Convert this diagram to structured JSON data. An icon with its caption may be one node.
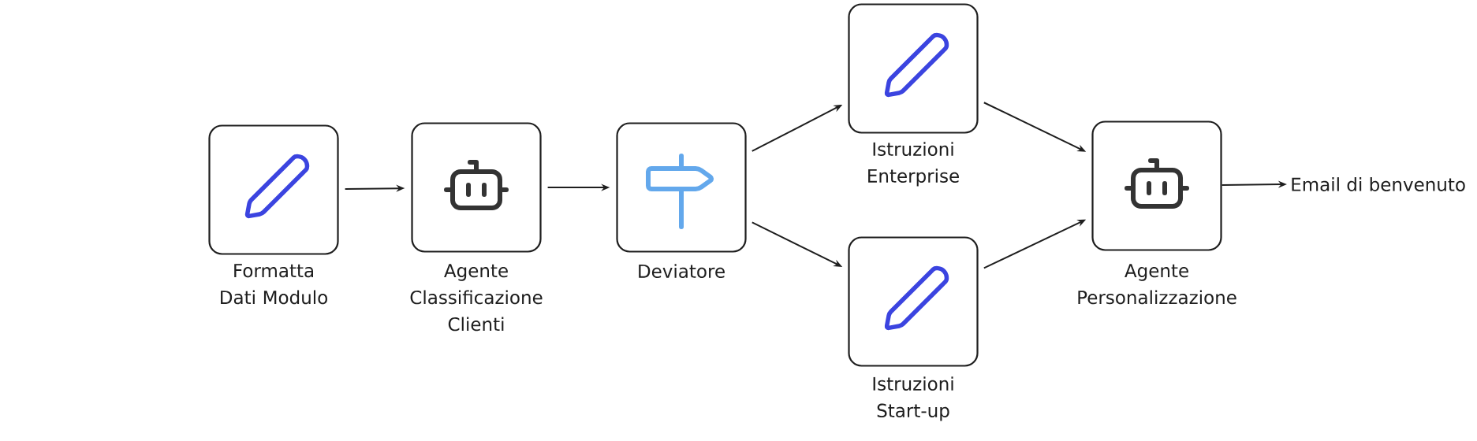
{
  "diagram": {
    "nodes": [
      {
        "text": [
          "Formatta Dati Modulo"
        ]
      },
      {
        "text": [
          "Agente Classificazione Clienti"
        ]
      },
      {
        "text": [
          "Deviatore"
        ]
      },
      {
        "text": [
          "Istruzioni Enterprise"
        ]
      },
      {
        "text": [
          "Istruzioni Start-up"
        ]
      },
      {
        "text": [
          "Agente Personalizzazione"
        ]
      },
      {
        "text": [
          "Email di benvenuto"
        ]
      }
    ],
    "edges": [
      {
        "from": 0,
        "to": 1,
        "arrow": "to"
      },
      {
        "from": 1,
        "to": 2,
        "arrow": "to"
      },
      {
        "from": 2,
        "to": 3,
        "arrow": "to"
      },
      {
        "from": 2,
        "to": 4,
        "arrow": "to"
      },
      {
        "from": 3,
        "to": 5,
        "arrow": "to"
      },
      {
        "from": 4,
        "to": 5,
        "arrow": "to"
      },
      {
        "from": 5,
        "to": 6,
        "arrow": "to"
      }
    ]
  }
}
